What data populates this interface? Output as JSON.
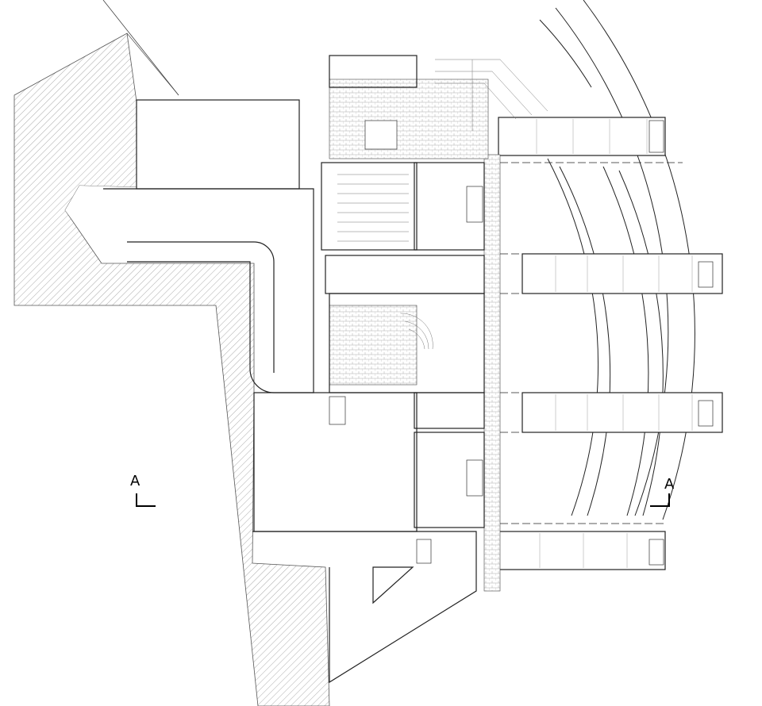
{
  "drawing": {
    "type": "architectural floor plan",
    "section_marks": [
      {
        "label": "A",
        "side": "left"
      },
      {
        "label": "A",
        "side": "right"
      }
    ]
  }
}
